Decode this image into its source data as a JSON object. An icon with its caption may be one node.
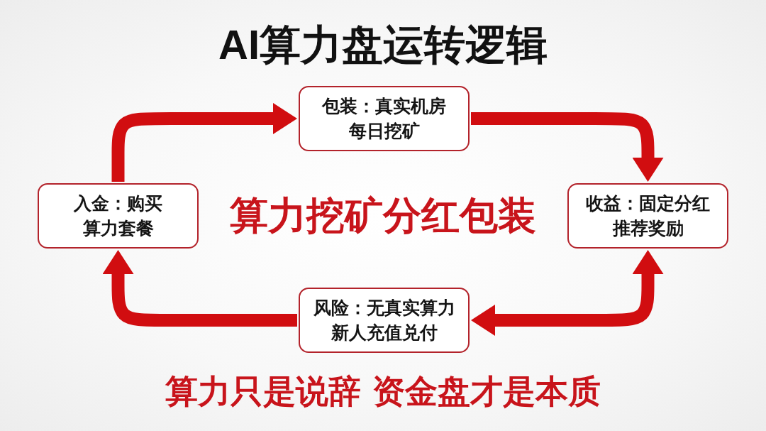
{
  "diagram": {
    "title": "AI算力盘运转逻辑",
    "nodes": [
      {
        "text": [
          "包装：真实机房每日挖矿"
        ]
      },
      {
        "text": [
          "入金：购买算力套餐"
        ]
      },
      {
        "text": [
          "收益：固定分红推荐奖励"
        ]
      },
      {
        "text": [
          "风险：无真实算力新人充值兑付"
        ]
      }
    ],
    "edges": [
      {
        "from": 1,
        "to": 0,
        "arrow": "to"
      },
      {
        "from": 0,
        "to": 2,
        "arrow": "to"
      },
      {
        "from": 2,
        "to": 3,
        "arrow": "both"
      },
      {
        "from": 3,
        "to": 1,
        "arrow": "to"
      }
    ],
    "labels": [
      "算力挖矿分红包装"
    ],
    "caption": "算力只是说辞 资金盘才是本质"
  }
}
